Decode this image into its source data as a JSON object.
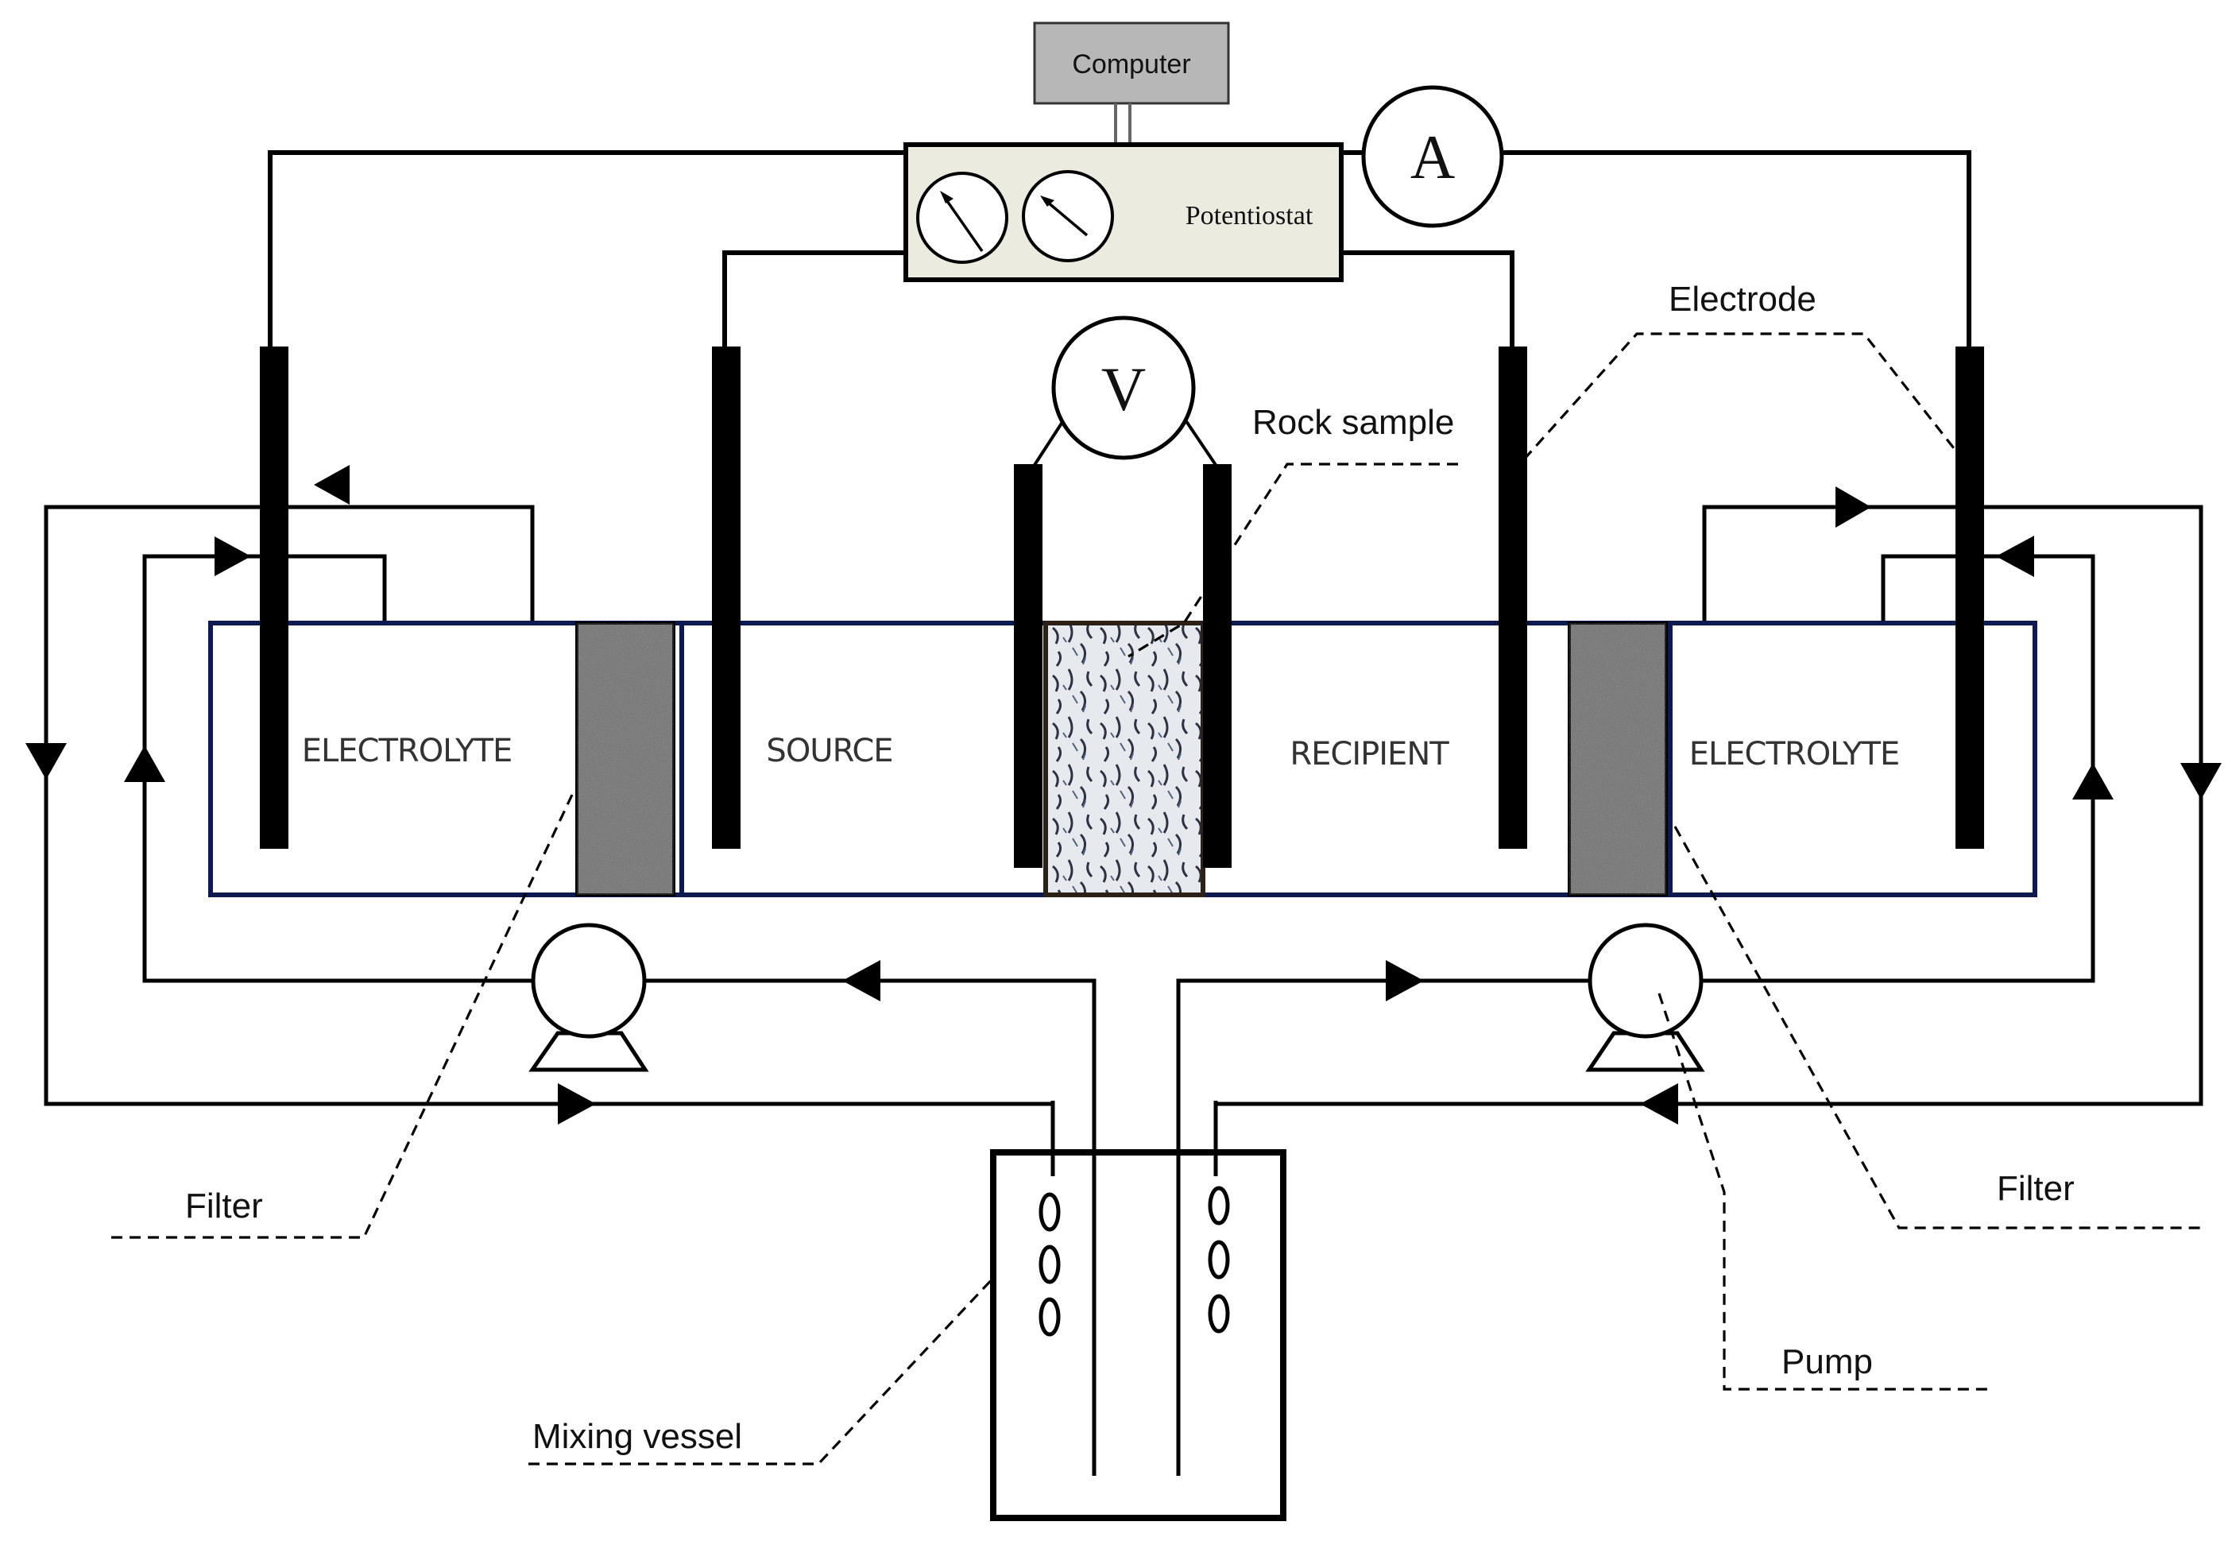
{
  "devices": {
    "computer": "Computer",
    "potentiostat": "Potentiostat",
    "ammeter": "A",
    "voltmeter": "V"
  },
  "compartments": {
    "left_electrolyte": "ELECTROLYTE",
    "source": "SOURCE",
    "recipient": "RECIPIENT",
    "right_electrolyte": "ELECTROLYTE"
  },
  "callouts": {
    "electrode": "Electrode",
    "rock_sample": "Rock sample",
    "filter_left": "Filter",
    "filter_right": "Filter",
    "pump": "Pump",
    "mixing_vessel": "Mixing vessel"
  },
  "colors": {
    "cell_border": "#0e1a4f",
    "computer_fill": "#b7b7b7",
    "potentiostat_fill": "#ecebdf",
    "filter_fill": "#6f6f6f",
    "rock_fill": "#dfe3e8"
  }
}
